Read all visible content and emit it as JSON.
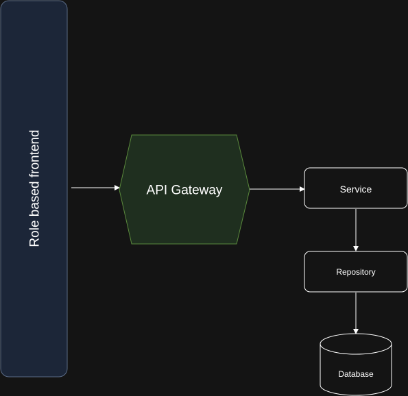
{
  "diagram": {
    "frontend_label": "Role based frontend",
    "gateway_label": "API Gateway",
    "service_label": "Service",
    "repository_label": "Repository",
    "database_label": "Database"
  },
  "colors": {
    "background": "#141414",
    "frontend_fill": "#1c2638",
    "frontend_stroke": "#5a6b86",
    "gateway_fill": "#1f2f1f",
    "gateway_stroke": "#5a8a3c",
    "box_fill": "#141414",
    "box_stroke": "#ffffff",
    "arrow": "#ffffff"
  }
}
